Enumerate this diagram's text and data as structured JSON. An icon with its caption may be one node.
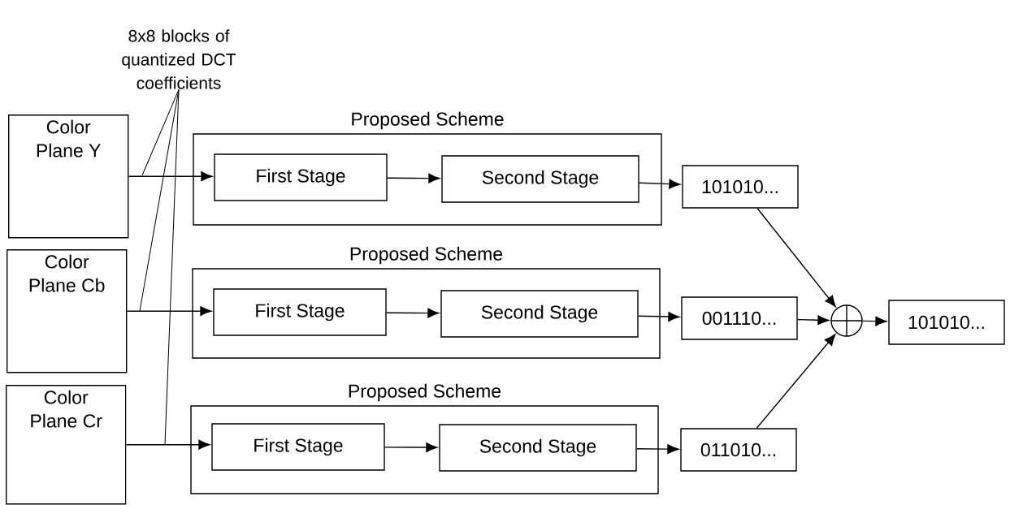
{
  "diagram": {
    "nodes": [
      {
        "text": [
          "8x8 blocks of quantized DCT coefficients"
        ]
      },
      {
        "text": [
          "Color Plane Y"
        ]
      },
      {
        "text": [
          "Color Plane Cb"
        ]
      },
      {
        "text": [
          "Color Plane Cr"
        ]
      },
      {
        "text": [
          "Proposed Scheme"
        ]
      },
      {
        "text": [
          "First Stage"
        ],
        "in": 4
      },
      {
        "text": [
          "Second Stage"
        ],
        "in": 4
      },
      {
        "text": [
          "Proposed Scheme"
        ]
      },
      {
        "text": [
          "First Stage"
        ],
        "in": 7
      },
      {
        "text": [
          "Second Stage"
        ],
        "in": 7
      },
      {
        "text": [
          "Proposed Scheme"
        ]
      },
      {
        "text": [
          "First Stage"
        ],
        "in": 10
      },
      {
        "text": [
          "Second Stage"
        ],
        "in": 10
      },
      {
        "text": [
          "101010..."
        ]
      },
      {
        "text": [
          "001110..."
        ]
      },
      {
        "text": [
          "011010..."
        ]
      },
      {
        "text": [],
        "shape": "circle"
      },
      {
        "text": [
          "101010..."
        ]
      }
    ],
    "edges": [
      {
        "from": 0,
        "to": null,
        "arrow": "none"
      },
      {
        "from": 0,
        "to": null,
        "arrow": "none"
      },
      {
        "from": 0,
        "to": null,
        "arrow": "none"
      },
      {
        "from": 1,
        "to": 5,
        "arrow": "to"
      },
      {
        "from": 5,
        "to": 6,
        "arrow": "to"
      },
      {
        "from": 6,
        "to": 13,
        "arrow": "to"
      },
      {
        "from": 2,
        "to": 8,
        "arrow": "to"
      },
      {
        "from": 8,
        "to": 9,
        "arrow": "to"
      },
      {
        "from": 9,
        "to": 14,
        "arrow": "to"
      },
      {
        "from": 3,
        "to": 11,
        "arrow": "to"
      },
      {
        "from": 11,
        "to": 12,
        "arrow": "to"
      },
      {
        "from": 12,
        "to": 15,
        "arrow": "to"
      },
      {
        "from": 13,
        "to": 16,
        "arrow": "to"
      },
      {
        "from": 14,
        "to": 16,
        "arrow": "to"
      },
      {
        "from": 15,
        "to": 16,
        "arrow": "to"
      },
      {
        "from": 16,
        "to": 17,
        "arrow": "to"
      }
    ]
  }
}
